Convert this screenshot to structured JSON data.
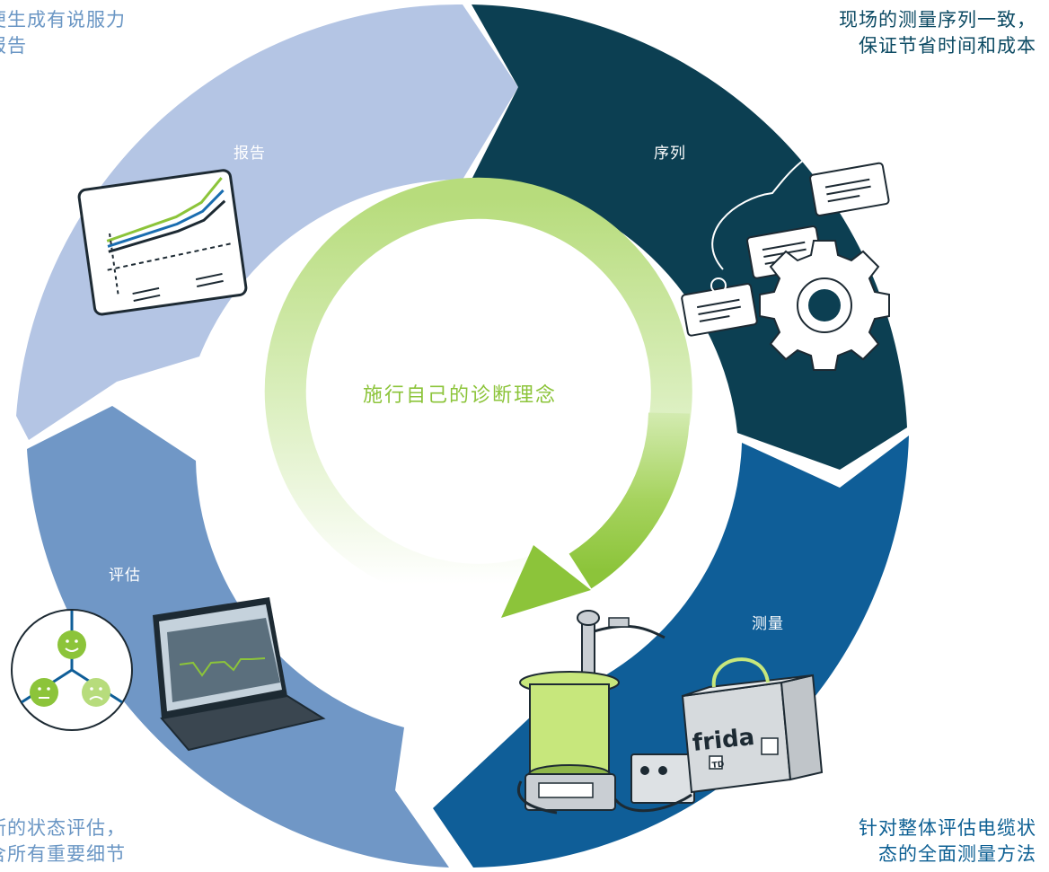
{
  "corners": {
    "top_left": "便生成有说服力\n报告",
    "top_right": "现场的测量序列一致，\n保证节省时间和成本",
    "bottom_left": "断的状态评估，\n含所有重要细节",
    "bottom_right": "针对整体评估电缆状\n态的全面测量方法"
  },
  "segments": {
    "report": "报告",
    "sequence": "序列",
    "measure": "测量",
    "evaluate": "评估"
  },
  "center_title": "施行自己的诊断理念",
  "device_brand": "frida",
  "device_badge": "TD",
  "colors": {
    "report": "#b4c5e4",
    "sequence": "#0c3f52",
    "measure": "#0f5e98",
    "evaluate": "#7097c6",
    "accent_green": "#8cc43a"
  }
}
